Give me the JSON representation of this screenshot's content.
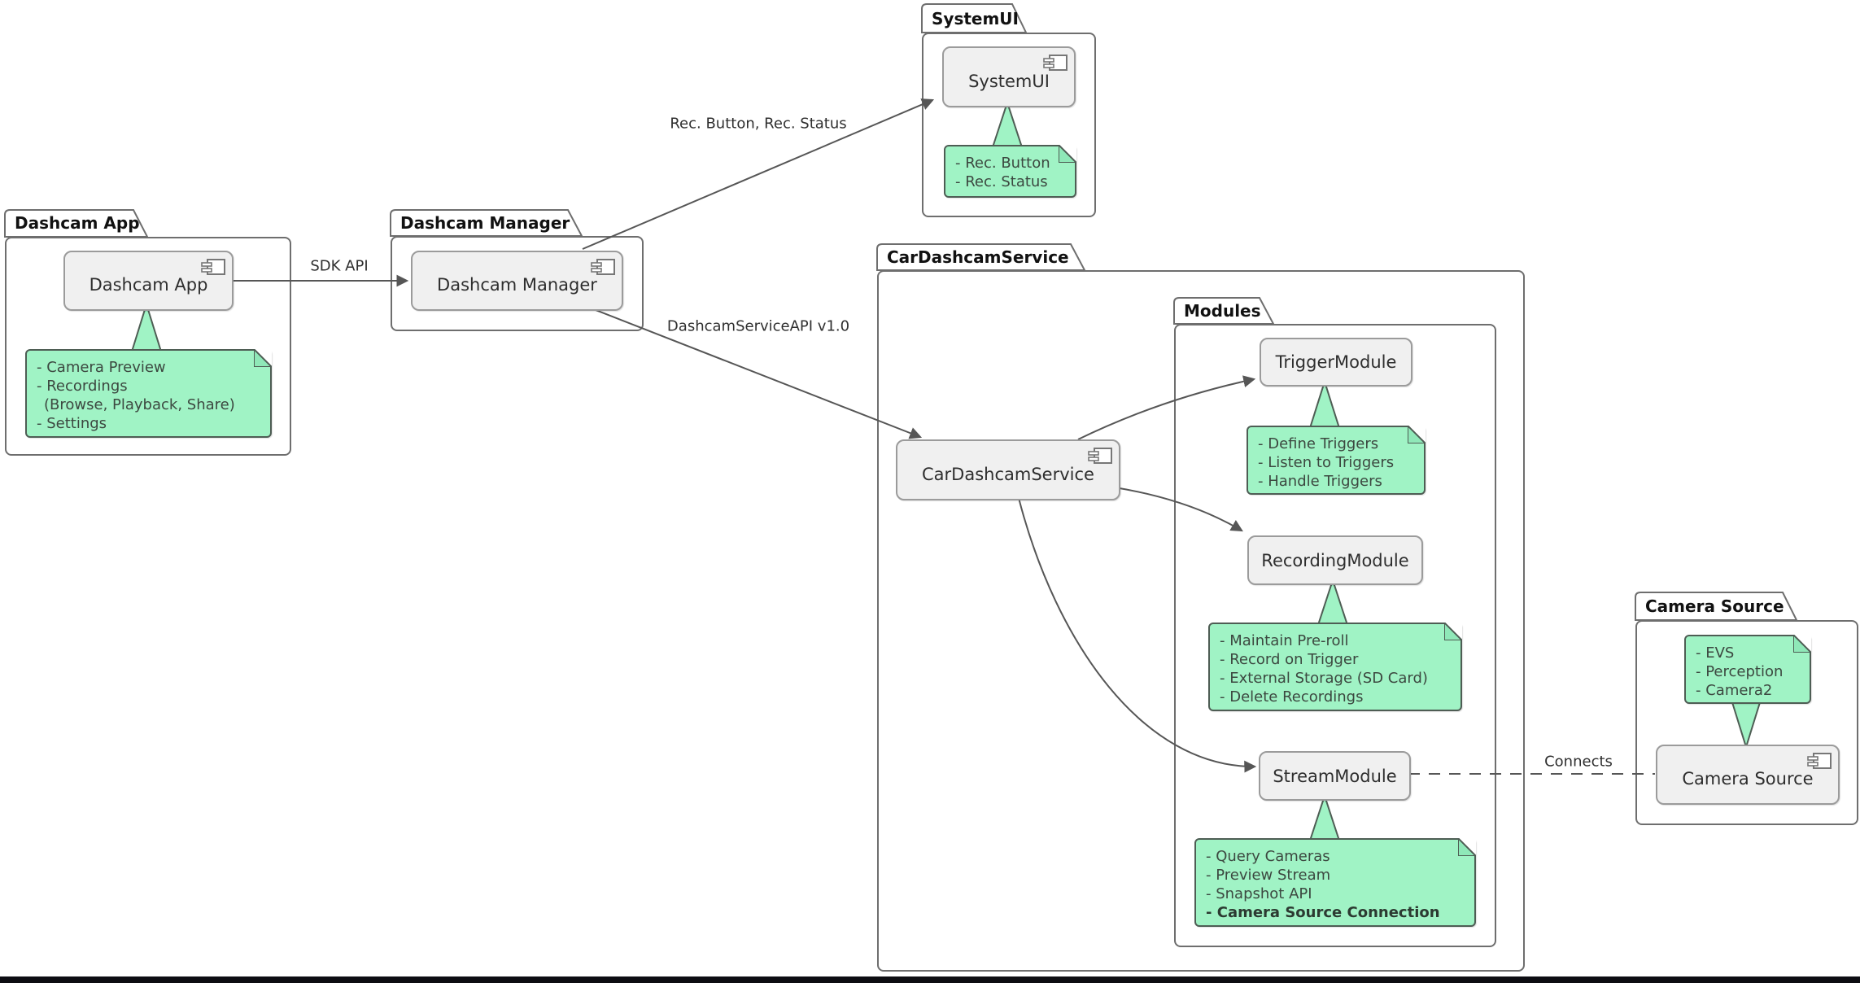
{
  "packages": {
    "dashcam_app": "Dashcam App",
    "dashcam_manager": "Dashcam Manager",
    "systemui": "SystemUI",
    "car_dashcam_service": "CarDashcamService",
    "modules": "Modules",
    "camera_source": "Camera Source"
  },
  "components": {
    "dashcam_app": "Dashcam App",
    "dashcam_manager": "Dashcam Manager",
    "systemui": "SystemUI",
    "car_dashcam_service": "CarDashcamService",
    "trigger_module": "TriggerModule",
    "recording_module": "RecordingModule",
    "stream_module": "StreamModule",
    "camera_source": "Camera Source"
  },
  "notes": {
    "dashcam_app": {
      "lines": [
        "- Camera Preview",
        "- Recordings",
        "(Browse, Playback, Share)",
        "- Settings"
      ]
    },
    "systemui": {
      "lines": [
        "- Rec. Button",
        "- Rec. Status"
      ]
    },
    "trigger_module": {
      "lines": [
        "- Define Triggers",
        "- Listen to Triggers",
        "- Handle Triggers"
      ]
    },
    "recording_module": {
      "lines": [
        "- Maintain Pre-roll",
        "- Record on Trigger",
        "- External Storage (SD Card)",
        "- Delete Recordings"
      ]
    },
    "stream_module": {
      "lines": [
        "- Query Cameras",
        "- Preview Stream",
        "- Snapshot API",
        "- Camera Source Connection"
      ]
    },
    "camera_source": {
      "lines": [
        "- EVS",
        "- Perception",
        "- Camera2"
      ]
    }
  },
  "edge_labels": {
    "sdk_api": "SDK API",
    "rec_button_status": "Rec. Button, Rec. Status",
    "dashcam_service_api": "DashcamServiceAPI v1.0",
    "connects": "Connects"
  },
  "colors": {
    "note_fill": "#a0f3c5",
    "note_border": "#4e5d54",
    "component_fill": "#f0f0f0",
    "component_border": "#9b9b9b",
    "package_border": "#6e6e6e",
    "edge_line": "#565656",
    "bottom_bar": "#0d0d12"
  }
}
